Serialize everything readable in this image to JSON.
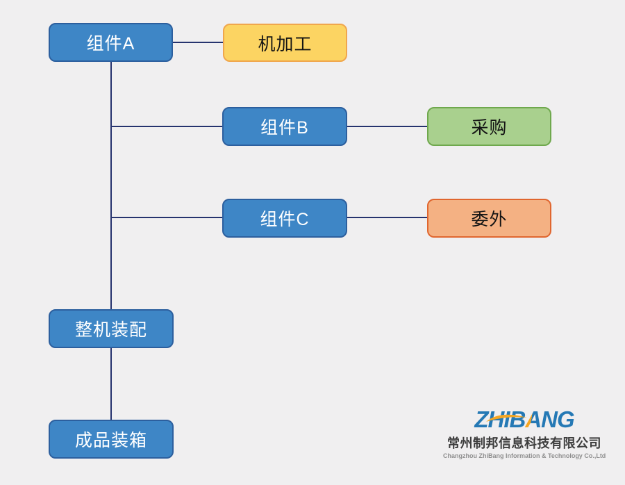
{
  "diagram": {
    "type": "process-flow",
    "nodes": [
      {
        "id": "comp-a",
        "label": "组件A",
        "role": "component",
        "color": "#3e86c6"
      },
      {
        "id": "machining",
        "label": "机加工",
        "role": "process",
        "color": "#fcd462"
      },
      {
        "id": "comp-b",
        "label": "组件B",
        "role": "component",
        "color": "#3e86c6"
      },
      {
        "id": "purchase",
        "label": "采购",
        "role": "process",
        "color": "#a9d08e"
      },
      {
        "id": "comp-c",
        "label": "组件C",
        "role": "component",
        "color": "#3e86c6"
      },
      {
        "id": "outsource",
        "label": "委外",
        "role": "process",
        "color": "#f4b183"
      },
      {
        "id": "assembly",
        "label": "整机装配",
        "role": "component",
        "color": "#3e86c6"
      },
      {
        "id": "packing",
        "label": "成品装箱",
        "role": "component",
        "color": "#3e86c6"
      }
    ],
    "edges": [
      {
        "from": "组件A",
        "to": "机加工"
      },
      {
        "from": "组件A",
        "to": "组件B"
      },
      {
        "from": "组件B",
        "to": "采购"
      },
      {
        "from": "组件A",
        "to": "组件C"
      },
      {
        "from": "组件C",
        "to": "委外"
      },
      {
        "from": "组件A",
        "to": "整机装配"
      },
      {
        "from": "整机装配",
        "to": "成品装箱"
      }
    ],
    "connector_color": "#26336e",
    "background_color": "#f0eff0"
  },
  "logo": {
    "brand_left": "ZHIB",
    "brand_accent": "A",
    "brand_right": "NG",
    "brand_color": "#2579b5",
    "accent_color": "#f5a623",
    "company_cn": "常州制邦信息科技有限公司",
    "company_en": "Changzhou ZhiBang Information & Technology Co.,Ltd"
  }
}
